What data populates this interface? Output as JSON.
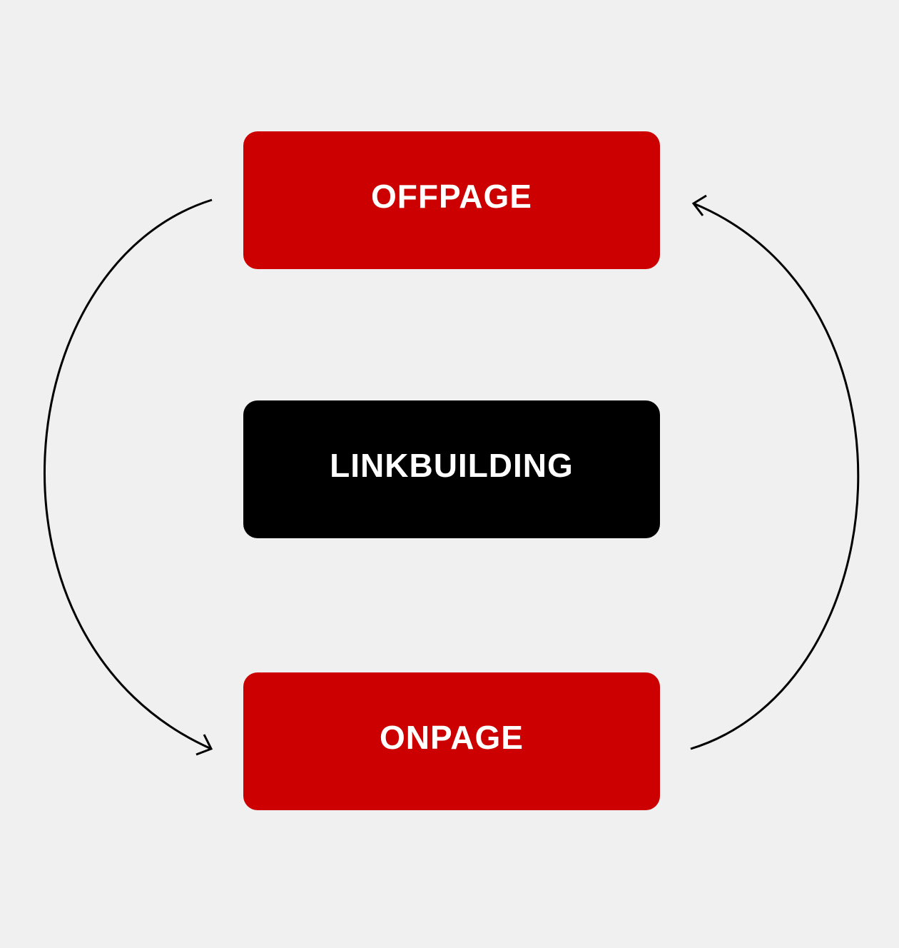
{
  "boxes": {
    "offpage": {
      "label": "OFFPAGE",
      "color": "#cc0000"
    },
    "linkbuilding": {
      "label": "LINKBUILDING",
      "color": "#000000"
    },
    "onpage": {
      "label": "ONPAGE",
      "color": "#cc0000"
    }
  },
  "arrows": [
    {
      "from": "OFFPAGE",
      "to": "ONPAGE",
      "side": "left"
    },
    {
      "from": "ONPAGE",
      "to": "OFFPAGE",
      "side": "right"
    }
  ],
  "colors": {
    "background": "#f0f0f0",
    "accent_red": "#cc0000",
    "center_black": "#000000",
    "label_text": "#ffffff",
    "arrow_stroke": "#000000"
  }
}
